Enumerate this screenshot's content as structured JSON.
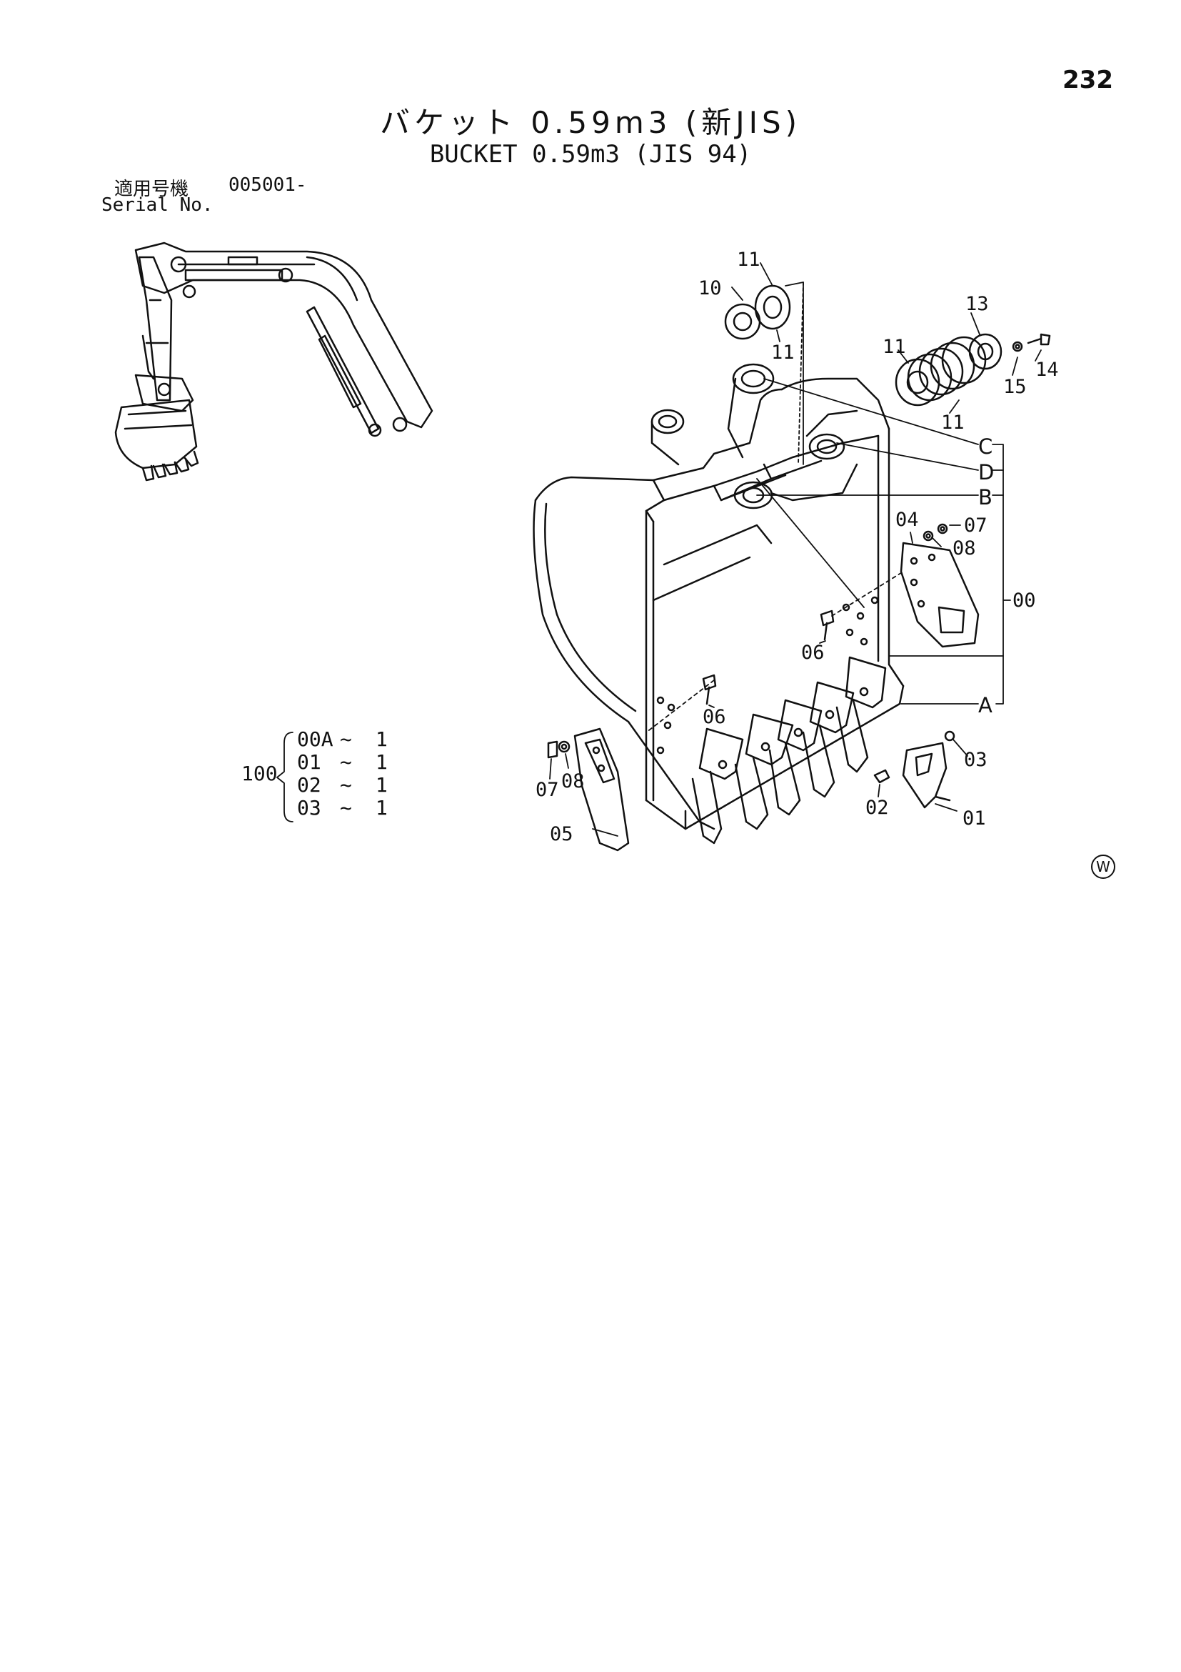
{
  "page_number": "232",
  "title_jp": "バケット 0.59m3 (新JIS)",
  "title_en": "BUCKET 0.59m3 (JIS 94)",
  "serial": {
    "label_jp": "適用号機",
    "value": "005001-",
    "label_en": "Serial No."
  },
  "callouts": {
    "c11a": "11",
    "c10": "10",
    "c11b": "11",
    "c13": "13",
    "c11c": "11",
    "c11d": "11",
    "c14": "14",
    "c15": "15",
    "cC": "C",
    "cD": "D",
    "cB": "B",
    "c04": "04",
    "c07a": "07",
    "c08a": "08",
    "c00": "00",
    "c06a": "06",
    "c06b": "06",
    "cA": "A",
    "c03": "03",
    "c02": "02",
    "c01": "01",
    "c07b": "07",
    "c08b": "08",
    "c05": "05"
  },
  "kit": {
    "id": "100",
    "rows": [
      {
        "part": "00A",
        "sep": "~",
        "qty": "1"
      },
      {
        "part": "01",
        "sep": "~",
        "qty": "1"
      },
      {
        "part": "02",
        "sep": "~",
        "qty": "1"
      },
      {
        "part": "03",
        "sep": "~",
        "qty": "1"
      }
    ]
  },
  "watermark": "W"
}
